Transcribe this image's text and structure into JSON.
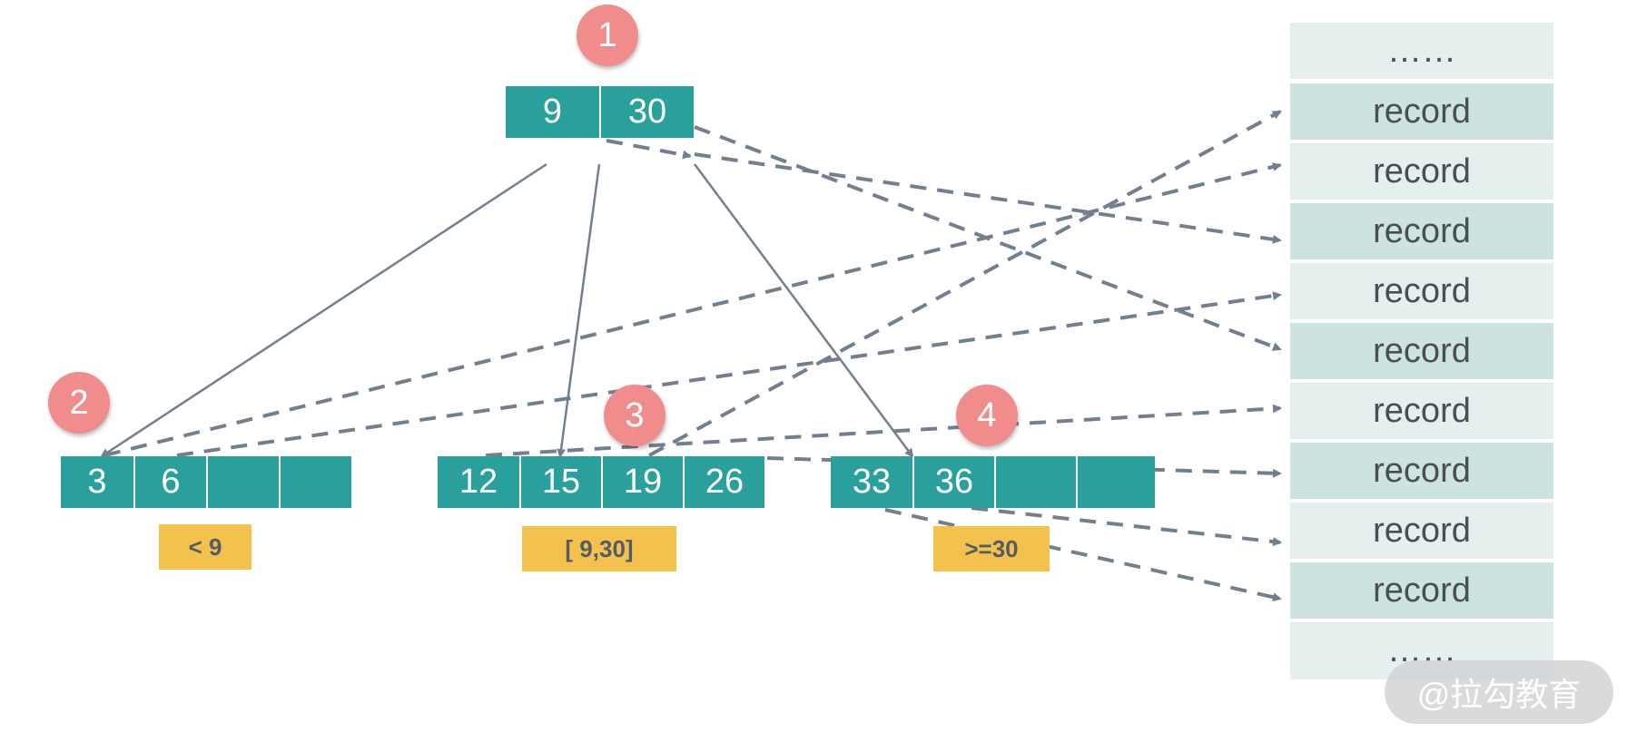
{
  "root": {
    "badge": "1",
    "keys": [
      "9",
      "30"
    ]
  },
  "leaves": [
    {
      "badge": "2",
      "keys": [
        "3",
        "6",
        "",
        ""
      ],
      "range_label": "< 9"
    },
    {
      "badge": "3",
      "keys": [
        "12",
        "15",
        "19",
        "26"
      ],
      "range_label": "[ 9,30]"
    },
    {
      "badge": "4",
      "keys": [
        "33",
        "36",
        "",
        ""
      ],
      "range_label": ">=30"
    }
  ],
  "records": [
    "……",
    "record",
    "record",
    "record",
    "record",
    "record",
    "record",
    "record",
    "record",
    "record",
    "……"
  ],
  "watermark": "@拉勾教育",
  "colors": {
    "node_fill": "#2aa09c",
    "badge_fill": "#f08c8c",
    "range_fill": "#f2c24c",
    "line": "#737f90",
    "record_light": "#e5efee",
    "record_dark": "#cde3df"
  }
}
